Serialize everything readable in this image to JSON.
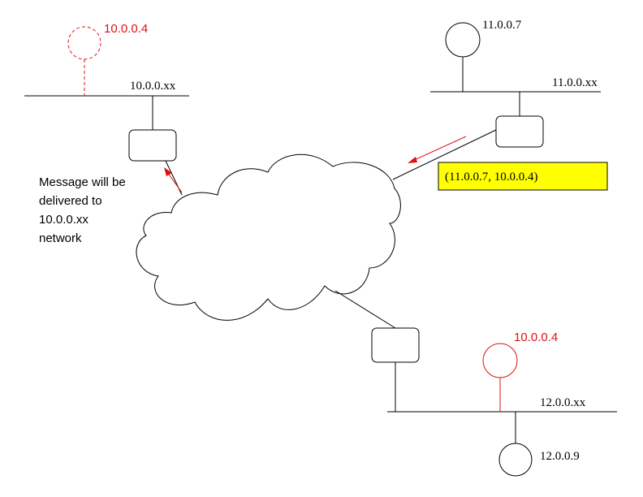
{
  "networks": {
    "top_left": {
      "label": "10.0.0.xx"
    },
    "top_right": {
      "label": "11.0.0.xx"
    },
    "bottom": {
      "label": "12.0.0.xx"
    }
  },
  "hosts": {
    "home_agent_ghost": {
      "label": "10.0.0.4",
      "style": "dashed",
      "color": "#e01010"
    },
    "sender": {
      "label": "11.0.0.7",
      "color": "#000000"
    },
    "mobile_visiting": {
      "label": "10.0.0.4",
      "color": "#e01010"
    },
    "local_host": {
      "label": "12.0.0.9",
      "color": "#000000"
    }
  },
  "packet": {
    "label": "(11.0.0.7, 10.0.0.4)",
    "background": "#ffff00"
  },
  "annotation": {
    "lines": [
      "Message will be",
      "delivered to",
      "10.0.0.xx",
      "network"
    ]
  },
  "colors": {
    "accent": "#e01010",
    "packet_fill": "#ffff00"
  }
}
